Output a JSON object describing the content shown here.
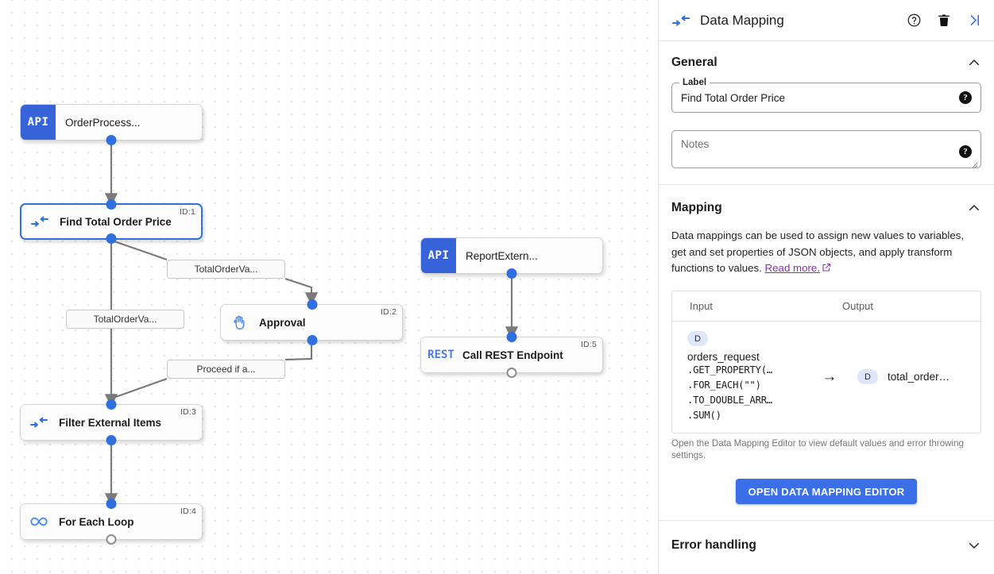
{
  "panel": {
    "header": {
      "icon": "data-mapping-icon",
      "title": "Data Mapping",
      "help_icon": "help-circle-icon",
      "delete_icon": "trash-icon",
      "collapse_icon": "collapse-panel-icon"
    },
    "general": {
      "title": "General",
      "label_legend": "Label",
      "label_value": "Find Total Order Price",
      "notes_placeholder": "Notes",
      "help_glyph": "?"
    },
    "mapping": {
      "title": "Mapping",
      "description_text": "Data mappings can be used to assign new values to variables, get and set properties of JSON objects, and apply transform functions to values.",
      "read_more": "Read more.",
      "table": {
        "col_input": "Input",
        "col_output": "Output",
        "rows": [
          {
            "input_chip": "D",
            "input_name": "orders_request",
            "input_code": [
              ".GET_PROPERTY(…",
              ".FOR_EACH(\"\")",
              ".TO_DOUBLE_ARR…",
              ".SUM()"
            ],
            "arrow": "→",
            "output_chip": "D",
            "output_name": "total_order…"
          }
        ]
      },
      "hint": "Open the Data Mapping Editor to view default values and error throwing settings.",
      "button": "OPEN DATA MAPPING EDITOR"
    },
    "error_handling": {
      "title": "Error handling"
    }
  },
  "canvas": {
    "nodes": [
      {
        "badge": "API",
        "title": "OrderProcess...",
        "id": "",
        "type": "api",
        "bold": false
      },
      {
        "badge": "",
        "title": "Find Total Order Price",
        "id": "ID:1",
        "type": "map",
        "bold": true
      },
      {
        "badge": "",
        "title": "Approval",
        "id": "ID:2",
        "type": "hand",
        "bold": true
      },
      {
        "badge": "",
        "title": "Filter External Items",
        "id": "ID:3",
        "type": "map",
        "bold": true
      },
      {
        "badge": "",
        "title": "For Each Loop",
        "id": "ID:4",
        "type": "loop",
        "bold": true
      },
      {
        "badge": "API",
        "title": "ReportExtern...",
        "id": "",
        "type": "api",
        "bold": false
      },
      {
        "badge": "REST",
        "title": "Call REST Endpoint",
        "id": "ID:5",
        "type": "rest",
        "bold": true
      }
    ],
    "edge_labels": [
      {
        "text": "TotalOrderVa..."
      },
      {
        "text": "TotalOrderVa..."
      },
      {
        "text": "Proceed if a..."
      }
    ]
  },
  "colors": {
    "accent": "#2f6fe0",
    "api_badge": "#3763d8",
    "rest_text": "#4a7ef0",
    "link": "#8b2fb0",
    "button": "#3b6fe8"
  }
}
